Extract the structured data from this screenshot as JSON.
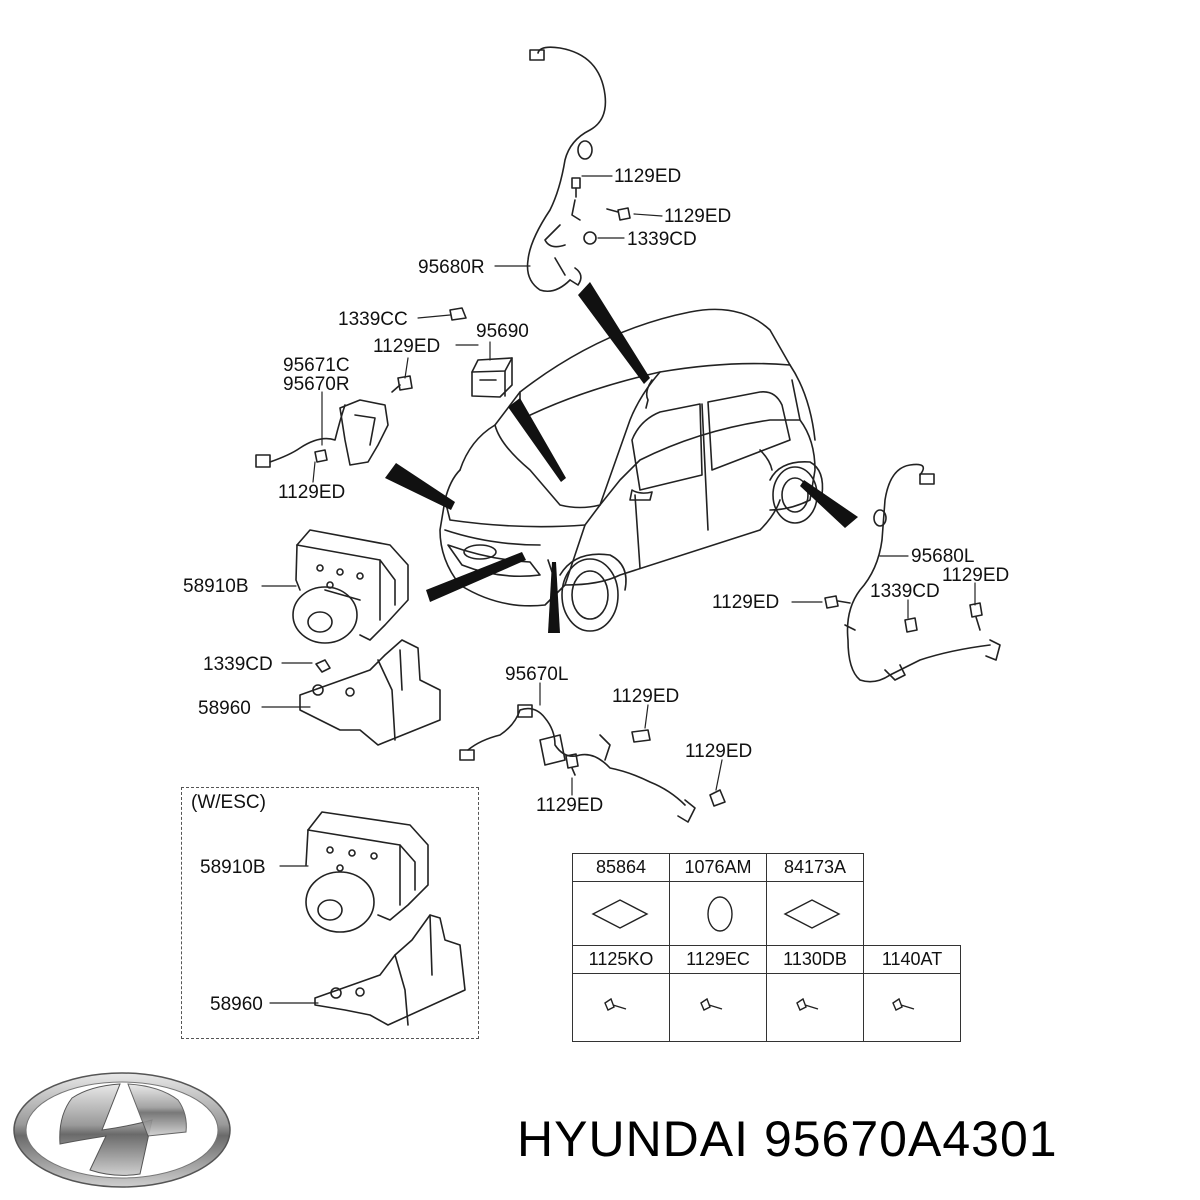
{
  "labels": {
    "r_bolt_1": "1129ED",
    "r_bolt_2": "1129ED",
    "r_nut": "1339CD",
    "r_sensor": "95680R",
    "mod_nut": "1339CC",
    "mod_module": "95690",
    "mod_bolt": "1129ED",
    "fr_sensor_c": "95671C",
    "fr_sensor_r": "95670R",
    "fr_bolt": "1129ED",
    "hecu": "58910B",
    "hecu_nut": "1339CD",
    "bracket": "58960",
    "l_sensor": "95680L",
    "l_bolt_1": "1129ED",
    "l_nut": "1339CD",
    "l_bolt_2": "1129ED",
    "fl_sensor": "95670L",
    "fl_bolt_1": "1129ED",
    "fl_bolt_2": "1129ED",
    "fl_bolt_3": "1129ED"
  },
  "esc_box": {
    "title": "(W/ESC)",
    "hecu": "58910B",
    "bracket": "58960"
  },
  "parts_table": {
    "row1": [
      "85864",
      "1076AM",
      "84173A"
    ],
    "row2": [
      "1125KO",
      "1129EC",
      "1130DB",
      "1140AT"
    ]
  },
  "footer": {
    "brand": "HYUNDAI",
    "part_number": "95670A4301"
  },
  "icons": {
    "logo": "hyundai-logo-icon"
  }
}
